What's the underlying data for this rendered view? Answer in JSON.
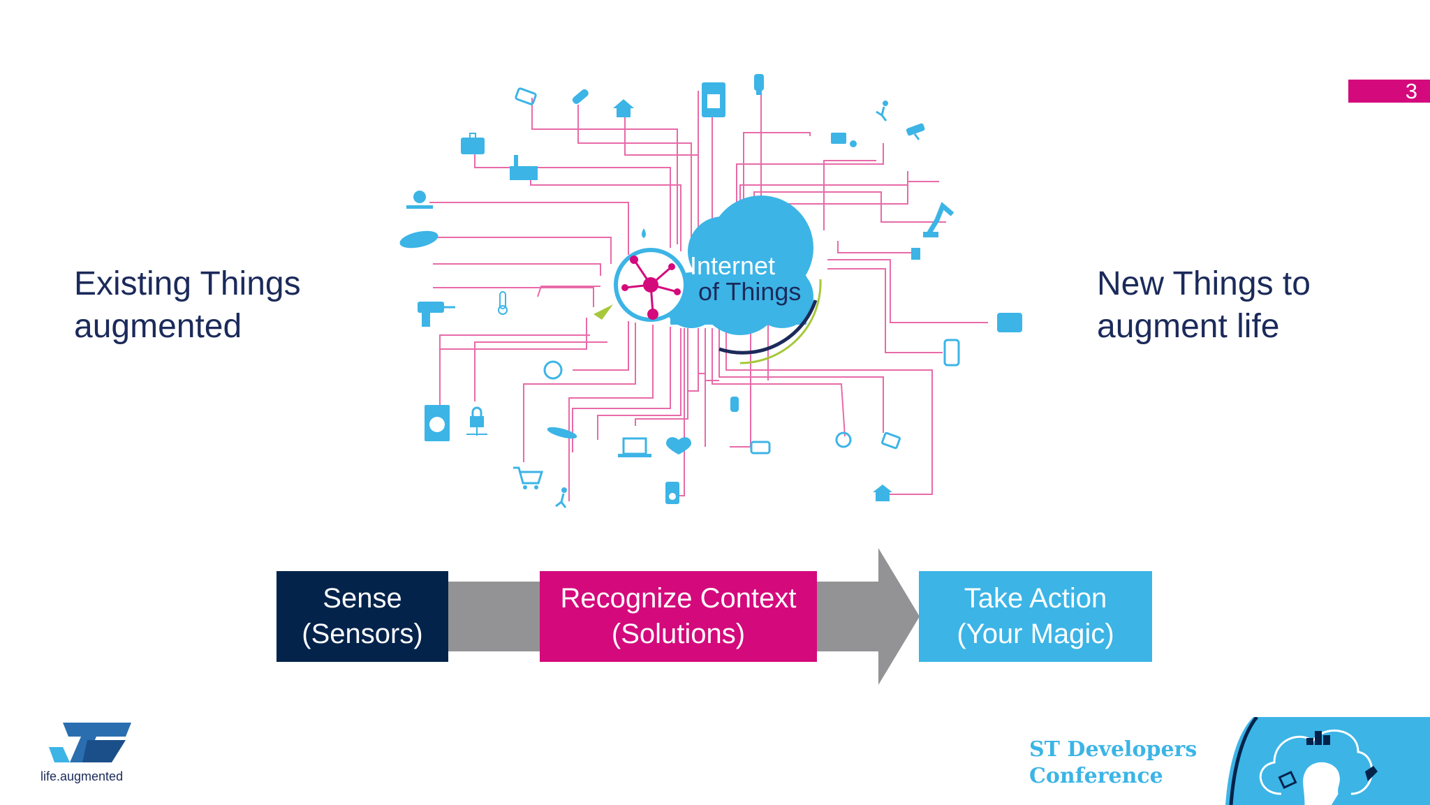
{
  "slide": {
    "page_number": "3"
  },
  "left_caption": {
    "line1": "Existing Things",
    "line2": "augmented"
  },
  "right_caption": {
    "line1": "New Things to",
    "line2": "augment life"
  },
  "iot_hub": {
    "line1": "Internet",
    "line2": "of Things"
  },
  "flow": {
    "sense": {
      "line1": "Sense",
      "line2": "(Sensors)"
    },
    "context": {
      "line1": "Recognize Context",
      "line2": "(Solutions)"
    },
    "action": {
      "line1": "Take Action",
      "line2": "(Your Magic)"
    }
  },
  "footer": {
    "tagline": "life.augmented",
    "conference_line1": "ST Developers",
    "conference_line2": "Conference"
  },
  "colors": {
    "navy": "#03234b",
    "magenta": "#d4097c",
    "light_blue": "#3cb4e6",
    "arrow_grey": "#939395",
    "text_navy": "#1b2a5a",
    "lime": "#a6c83a"
  }
}
